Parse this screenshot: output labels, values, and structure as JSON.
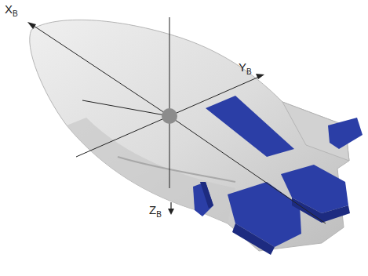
{
  "diagram": {
    "labels": [
      "X",
      "B",
      "Y",
      "B",
      "Z",
      "B"
    ]
  }
}
